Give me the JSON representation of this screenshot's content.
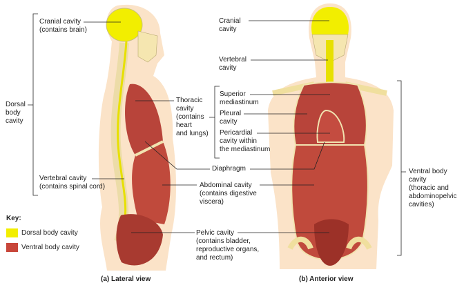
{
  "colors": {
    "dorsal": "#f2ee00",
    "ventral": "#c8463a",
    "skin": "#fbe3c8",
    "bone": "#f5e6b0"
  },
  "labels": {
    "cranial_lateral": [
      "Cranial cavity",
      "(contains brain)"
    ],
    "dorsal": [
      "Dorsal",
      "body",
      "cavity"
    ],
    "vertebral_lateral": [
      "Vertebral cavity",
      "(contains spinal cord)"
    ],
    "thoracic": [
      "Thoracic",
      "cavity",
      "(contains",
      "heart",
      "and lungs)"
    ],
    "superior": [
      "Superior",
      "mediastinum"
    ],
    "pleural": [
      "Pleural",
      "cavity"
    ],
    "pericardial": [
      "Pericardial",
      "cavity within",
      "the mediastinum"
    ],
    "diaphragm": "Diaphragm",
    "abdominal": [
      "Abdominal cavity",
      "(contains digestive",
      "viscera)"
    ],
    "pelvic": [
      "Pelvic cavity",
      "(contains bladder,",
      "reproductive organs,",
      "and rectum)"
    ],
    "cranial_anterior": [
      "Cranial",
      "cavity"
    ],
    "vertebral_anterior": [
      "Vertebral",
      "cavity"
    ],
    "ventral": [
      "Ventral body",
      "cavity",
      "(thoracic and",
      "abdominopelvic",
      "cavities)"
    ]
  },
  "key": {
    "title": "Key:",
    "items": [
      {
        "label": "Dorsal body cavity"
      },
      {
        "label": "Ventral body cavity"
      }
    ]
  },
  "captions": {
    "lateral": "(a) Lateral view",
    "anterior": "(b) Anterior view"
  }
}
